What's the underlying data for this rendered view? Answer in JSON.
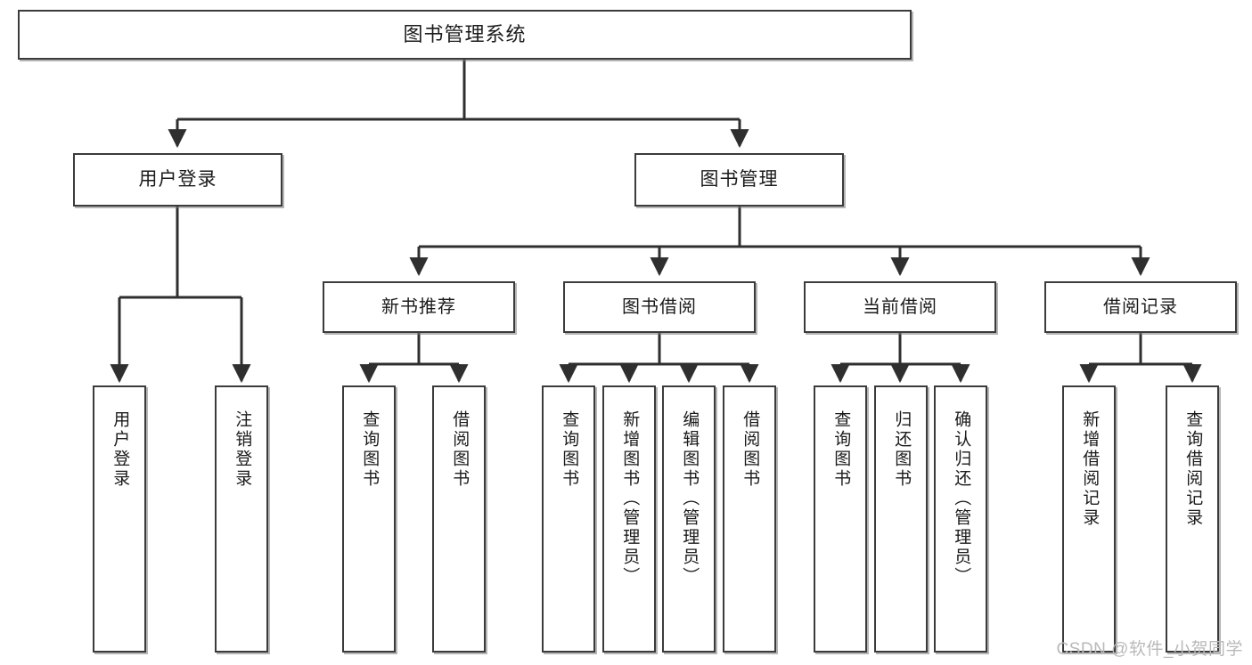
{
  "diagram": {
    "title": "图书管理系统",
    "type": "tree-structure-chart",
    "watermark": "CSDN @软件_小贺同学",
    "colors": {
      "box_border": "#3b3b3b",
      "box_fill": "#ffffff",
      "edge": "#2f2f2f",
      "text": "#1b1b1b",
      "watermark": "#b9b9b9"
    }
  },
  "nodes": {
    "root": {
      "label": "图书管理系统"
    },
    "level2": [
      {
        "label": "用户登录"
      },
      {
        "label": "图书管理"
      }
    ],
    "level3": [
      {
        "label": "新书推荐"
      },
      {
        "label": "图书借阅"
      },
      {
        "label": "当前借阅"
      },
      {
        "label": "借阅记录"
      }
    ],
    "leaves": {
      "user_login": [
        {
          "label": "用户登录"
        },
        {
          "label": "注销登录"
        }
      ],
      "new_book_recommend": [
        {
          "label": "查询图书"
        },
        {
          "label": "借阅图书"
        }
      ],
      "book_borrow": [
        {
          "label": "查询图书"
        },
        {
          "label": "新增图书（管理员）"
        },
        {
          "label": "编辑图书（管理员）"
        },
        {
          "label": "借阅图书"
        }
      ],
      "current_borrow": [
        {
          "label": "查询图书"
        },
        {
          "label": "归还图书"
        },
        {
          "label": "确认归还（管理员）"
        }
      ],
      "borrow_record": [
        {
          "label": "新增借阅记录"
        },
        {
          "label": "查询借阅记录"
        }
      ]
    }
  }
}
